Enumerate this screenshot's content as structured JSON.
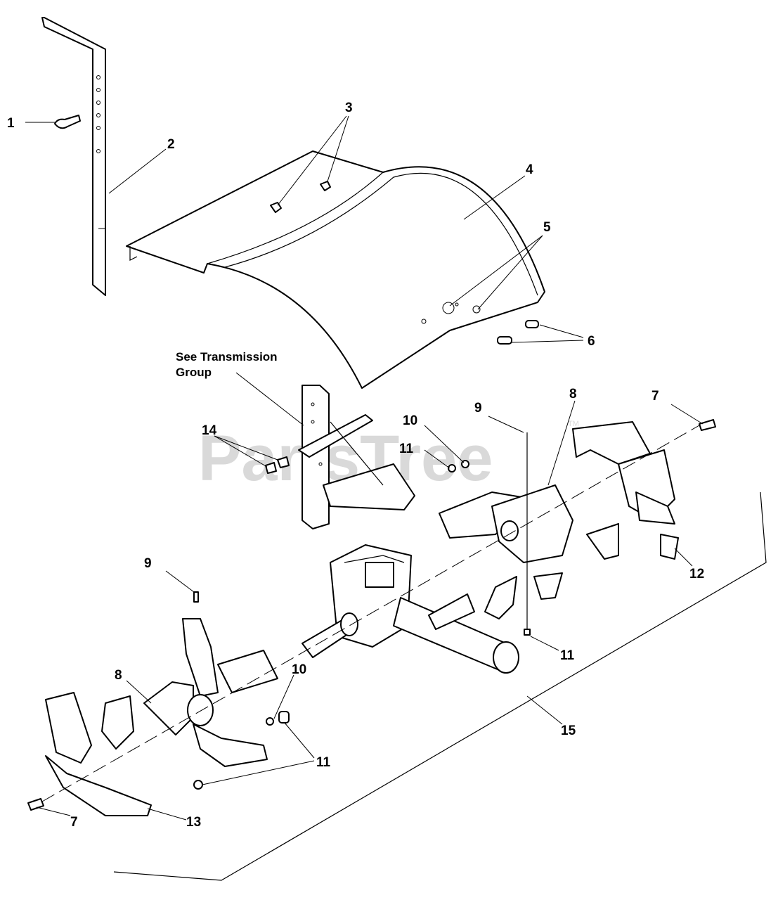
{
  "watermark": {
    "text": "PartsTree",
    "tm": "TM"
  },
  "note": {
    "line1": "See Transmission",
    "line2": "Group"
  },
  "callouts": [
    {
      "id": "c1",
      "text": "1"
    },
    {
      "id": "c2",
      "text": "2"
    },
    {
      "id": "c3",
      "text": "3"
    },
    {
      "id": "c4",
      "text": "4"
    },
    {
      "id": "c5",
      "text": "5"
    },
    {
      "id": "c6",
      "text": "6"
    },
    {
      "id": "c7a",
      "text": "7"
    },
    {
      "id": "c8a",
      "text": "8"
    },
    {
      "id": "c9a",
      "text": "9"
    },
    {
      "id": "c10a",
      "text": "10"
    },
    {
      "id": "c11a",
      "text": "11"
    },
    {
      "id": "c12",
      "text": "12"
    },
    {
      "id": "c14",
      "text": "14"
    },
    {
      "id": "c9b",
      "text": "9"
    },
    {
      "id": "c8b",
      "text": "8"
    },
    {
      "id": "c10b",
      "text": "10"
    },
    {
      "id": "c11b",
      "text": "11"
    },
    {
      "id": "c11c",
      "text": "11"
    },
    {
      "id": "c15",
      "text": "15"
    },
    {
      "id": "c7b",
      "text": "7"
    },
    {
      "id": "c13",
      "text": "13"
    }
  ]
}
